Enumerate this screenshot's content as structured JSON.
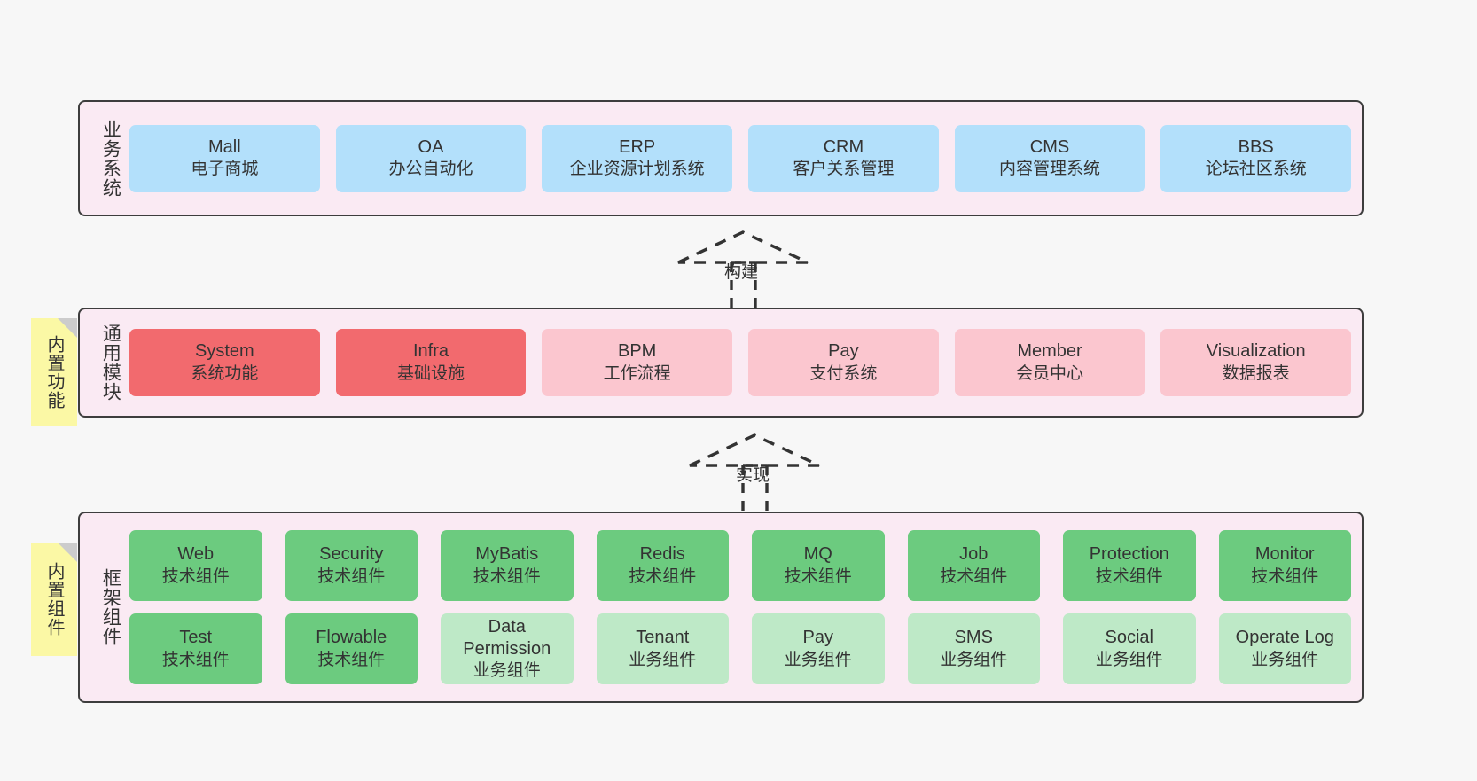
{
  "diagram": {
    "background": "#f7f7f7",
    "panel_bg": "#faeaf3",
    "panel_border": "#3d3d3d",
    "sticky_bg": "#fbf8a5",
    "colors": {
      "blue": "#b3e0fb",
      "red": "#f26a6e",
      "pink": "#fbc6cf",
      "green": "#6ccb7f",
      "mint": "#bee9c7"
    }
  },
  "layers": [
    {
      "id": "business-system",
      "title": "业务系统",
      "sticky": null,
      "rows": [
        {
          "items": [
            {
              "en": "Mall",
              "cn": "电子商城",
              "color": "blue"
            },
            {
              "en": "OA",
              "cn": "办公自动化",
              "color": "blue"
            },
            {
              "en": "ERP",
              "cn": "企业资源计划系统",
              "color": "blue"
            },
            {
              "en": "CRM",
              "cn": "客户关系管理",
              "color": "blue"
            },
            {
              "en": "CMS",
              "cn": "内容管理系统",
              "color": "blue"
            },
            {
              "en": "BBS",
              "cn": "论坛社区系统",
              "color": "blue"
            }
          ]
        }
      ]
    },
    {
      "id": "common-module",
      "title": "通用模块",
      "sticky": "内置功能",
      "rows": [
        {
          "items": [
            {
              "en": "System",
              "cn": "系统功能",
              "color": "red"
            },
            {
              "en": "Infra",
              "cn": "基础设施",
              "color": "red"
            },
            {
              "en": "BPM",
              "cn": "工作流程",
              "color": "pink"
            },
            {
              "en": "Pay",
              "cn": "支付系统",
              "color": "pink"
            },
            {
              "en": "Member",
              "cn": "会员中心",
              "color": "pink"
            },
            {
              "en": "Visualization",
              "cn": "数据报表",
              "color": "pink"
            }
          ]
        }
      ]
    },
    {
      "id": "framework-component",
      "title": "框架组件",
      "sticky": "内置组件",
      "rows": [
        {
          "items": [
            {
              "en": "Web",
              "cn": "技术组件",
              "color": "green"
            },
            {
              "en": "Security",
              "cn": "技术组件",
              "color": "green"
            },
            {
              "en": "MyBatis",
              "cn": "技术组件",
              "color": "green"
            },
            {
              "en": "Redis",
              "cn": "技术组件",
              "color": "green"
            },
            {
              "en": "MQ",
              "cn": "技术组件",
              "color": "green"
            },
            {
              "en": "Job",
              "cn": "技术组件",
              "color": "green"
            },
            {
              "en": "Protection",
              "cn": "技术组件",
              "color": "green"
            },
            {
              "en": "Monitor",
              "cn": "技术组件",
              "color": "green"
            }
          ]
        },
        {
          "items": [
            {
              "en": "Test",
              "cn": "技术组件",
              "color": "green"
            },
            {
              "en": "Flowable",
              "cn": "技术组件",
              "color": "green"
            },
            {
              "en": "Data Permission",
              "cn": "业务组件",
              "color": "mint"
            },
            {
              "en": "Tenant",
              "cn": "业务组件",
              "color": "mint"
            },
            {
              "en": "Pay",
              "cn": "业务组件",
              "color": "mint"
            },
            {
              "en": "SMS",
              "cn": "业务组件",
              "color": "mint"
            },
            {
              "en": "Social",
              "cn": "业务组件",
              "color": "mint"
            },
            {
              "en": "Operate Log",
              "cn": "业务组件",
              "color": "mint"
            }
          ]
        }
      ]
    }
  ],
  "connectors": [
    {
      "id": "build",
      "label": "构建"
    },
    {
      "id": "implement",
      "label": "实现"
    }
  ]
}
